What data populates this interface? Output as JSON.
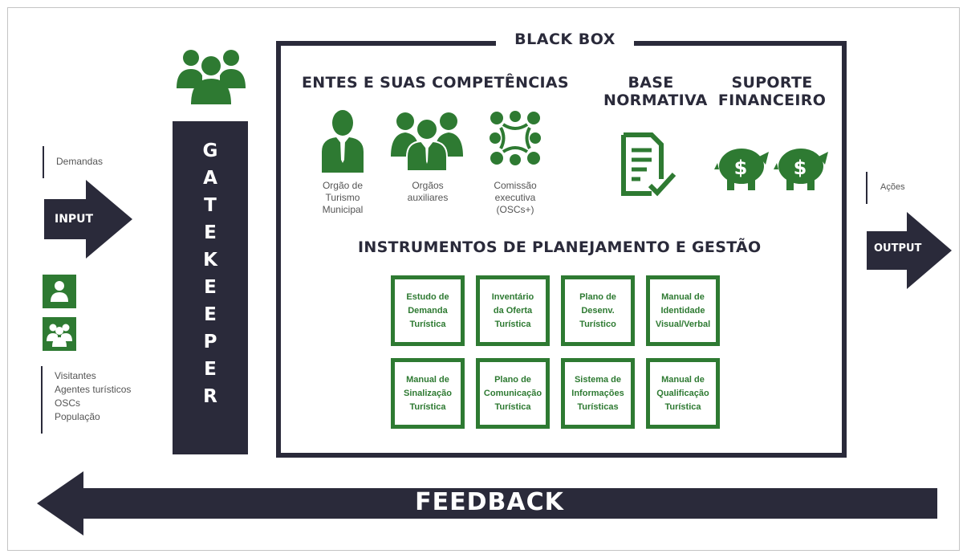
{
  "black_box_title": "BLACK BOX",
  "gatekeeper_letters": [
    "G",
    "A",
    "T",
    "E",
    "K",
    "E",
    "E",
    "P",
    "E",
    "R"
  ],
  "input": {
    "note": "Demandas",
    "label": "INPUT"
  },
  "output": {
    "note": "Ações",
    "label": "OUTPUT"
  },
  "stakeholders": [
    "Visitantes",
    "Agentes turísticos",
    "OSCs",
    "População"
  ],
  "sections": {
    "entes": "ENTES E SUAS COMPETÊNCIAS",
    "base_line1": "BASE",
    "base_line2": "NORMATIVA",
    "suporte_line1": "SUPORTE",
    "suporte_line2": "FINANCEIRO",
    "instrumentos": "INSTRUMENTOS DE PLANEJAMENTO E GESTÃO"
  },
  "entes_items": [
    {
      "lines": [
        "Orgão de",
        "Turismo",
        "Municipal"
      ]
    },
    {
      "lines": [
        "Orgãos",
        "auxiliares"
      ]
    },
    {
      "lines": [
        "Comissão",
        "executiva",
        "(OSCs+)"
      ]
    }
  ],
  "instruments": [
    [
      "Estudo de",
      "Demanda",
      "Turística"
    ],
    [
      "Inventário",
      "da Oferta",
      "Turística"
    ],
    [
      "Plano de",
      "Desenv.",
      "Turístico"
    ],
    [
      "Manual de",
      "Identidade",
      "Visual/Verbal"
    ],
    [
      "Manual de",
      "Sinalização",
      "Turística"
    ],
    [
      "Plano de",
      "Comunicação",
      "Turística"
    ],
    [
      "Sistema de",
      "Informações",
      "Turísticas"
    ],
    [
      "Manual de",
      "Qualificação",
      "Turística"
    ]
  ],
  "feedback_label": "FEEDBACK",
  "colors": {
    "dark": "#2a2a3a",
    "green": "#2e7a32"
  }
}
